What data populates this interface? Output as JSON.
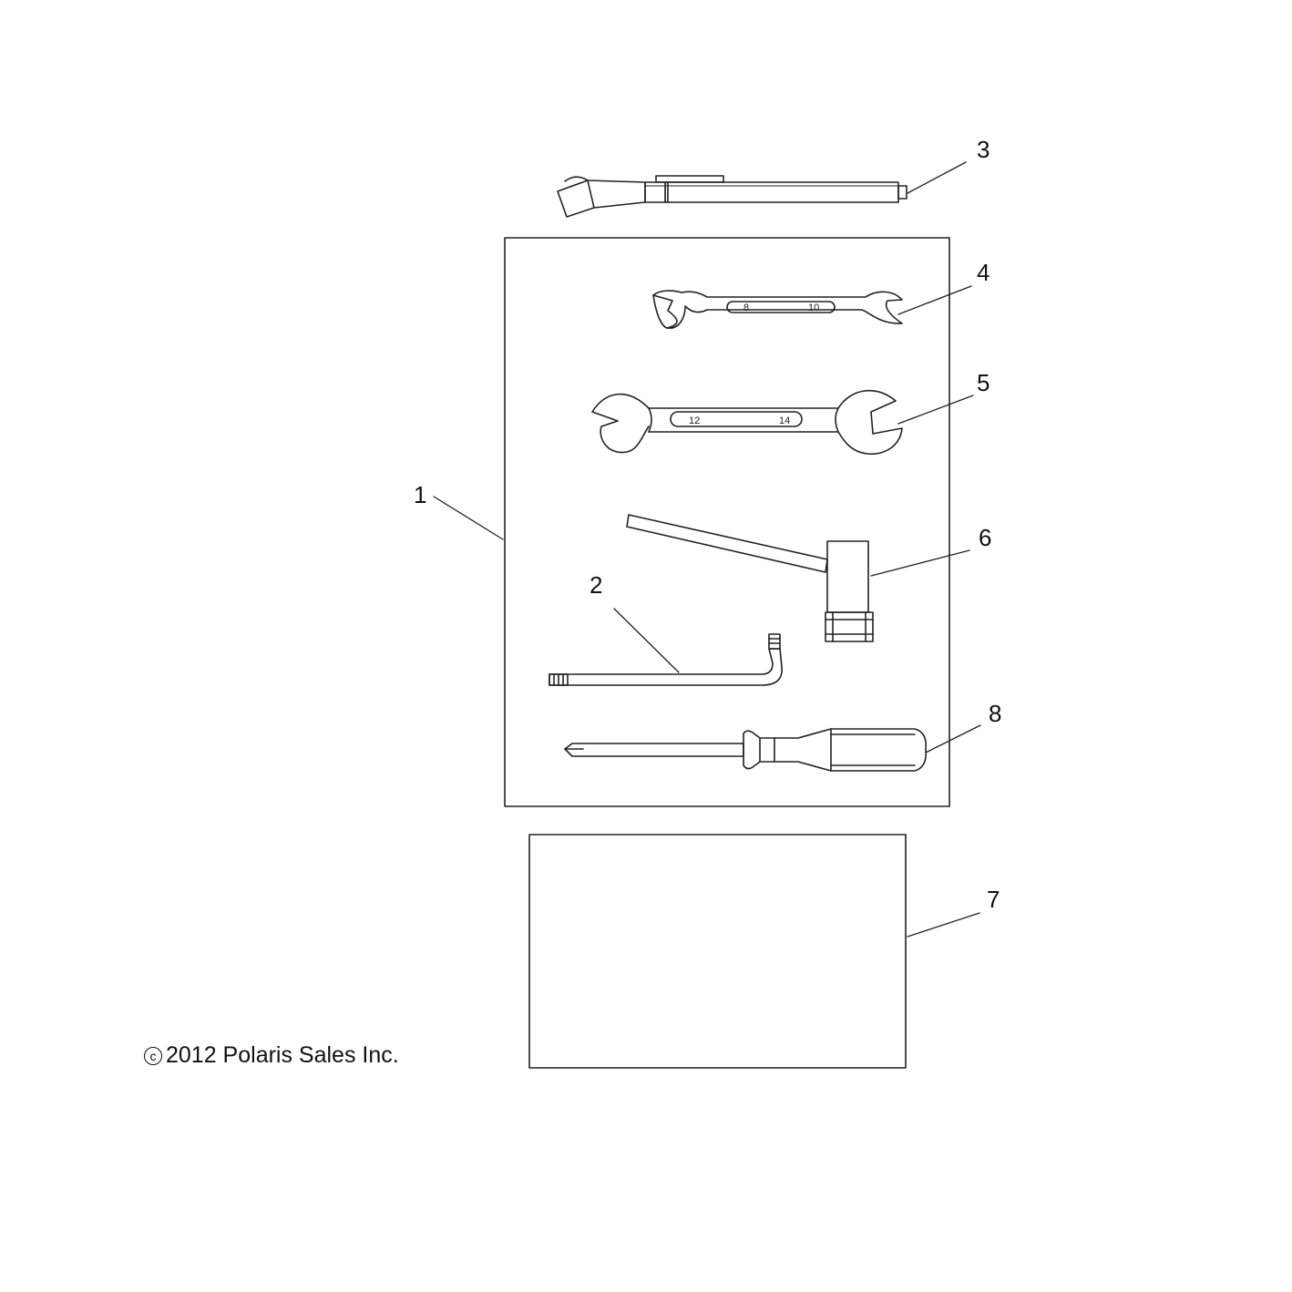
{
  "callouts": {
    "c1": "1",
    "c2": "2",
    "c3": "3",
    "c4": "4",
    "c5": "5",
    "c6": "6",
    "c7": "7",
    "c8": "8"
  },
  "wrench_small": {
    "size_left": "8",
    "size_right": "10"
  },
  "wrench_large": {
    "size_left": "12",
    "size_right": "14"
  },
  "copyright": {
    "symbol": "c",
    "text": "2012 Polaris Sales Inc."
  }
}
